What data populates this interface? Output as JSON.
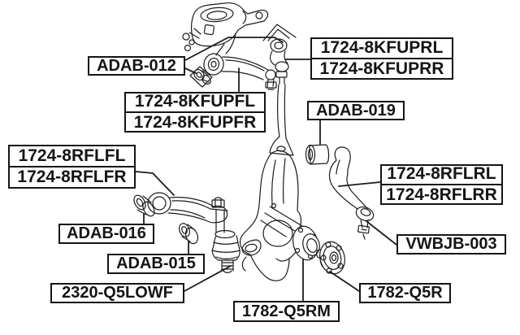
{
  "diagram": {
    "kind": "suspension-parts-exploded-diagram",
    "background_color": "#ffffff",
    "line_color": "#1c1c1c",
    "labels": {
      "adab_012": "ADAB-012",
      "upper_arm_rear": {
        "line1": "1724-8KFUPRL",
        "line2": "1724-8KFUPRR"
      },
      "upper_arm_front": {
        "line1": "1724-8KFUPFL",
        "line2": "1724-8KFUPFR"
      },
      "adab_019": "ADAB-019",
      "lower_arm_front": {
        "line1": "1724-8RFLFL",
        "line2": "1724-8RFLFR"
      },
      "lower_arm_rear": {
        "line1": "1724-8RFLRL",
        "line2": "1724-8RFLRR"
      },
      "adab_016": "ADAB-016",
      "adab_015": "ADAB-015",
      "vwbjb_003": "VWBJB-003",
      "lower_ball_joint": "2320-Q5LOWF",
      "wheel_bearing": "1782-Q5RM",
      "wheel_hub": "1782-Q5R"
    }
  }
}
